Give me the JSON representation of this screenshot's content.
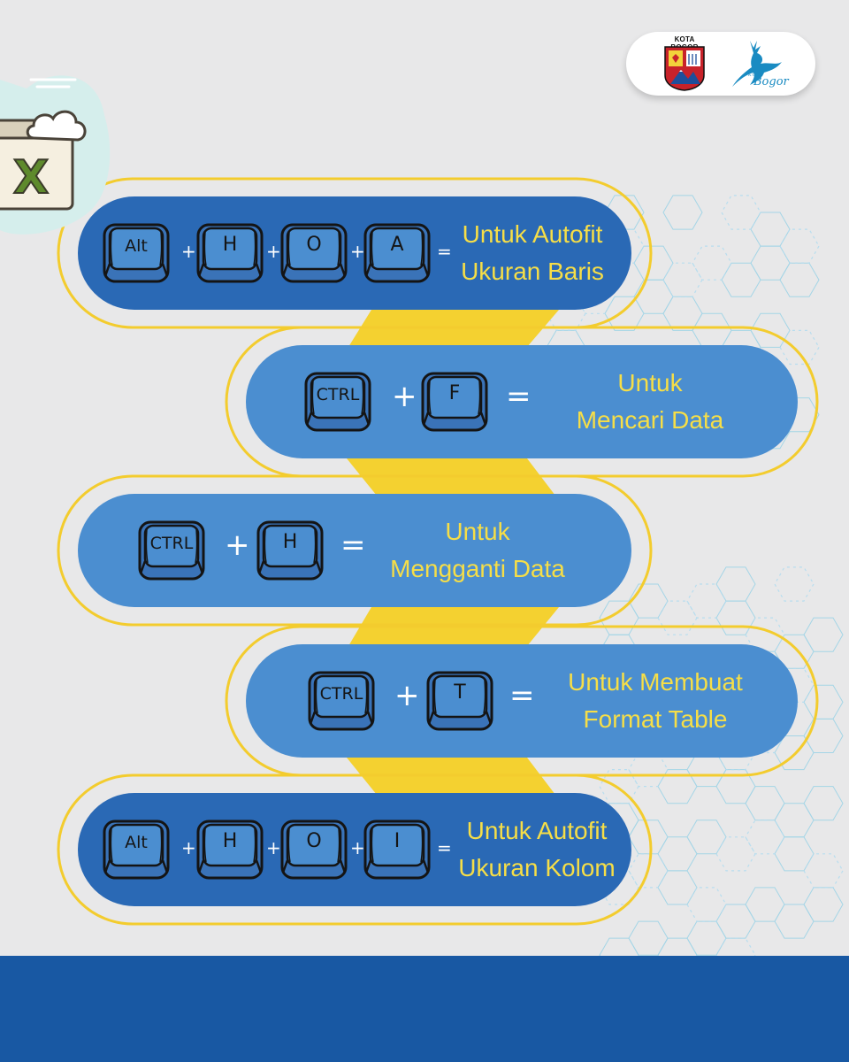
{
  "logo": {
    "crest_text": "KOTA BOGOR",
    "deer_kota": "KOTA",
    "deer_word": "Bogor"
  },
  "badge": {
    "letter": "X",
    "icon": "excel-icon"
  },
  "colors": {
    "background": "#e8e8e9",
    "pill_dark": "#2a69b5",
    "pill_light": "#4b8ed0",
    "text_yellow": "#f6de47",
    "outline_yellow": "#f3cc2e",
    "footer": "#1858a3"
  },
  "shortcuts": [
    {
      "keys": [
        "Alt",
        "H",
        "O",
        "A"
      ],
      "plus": "+",
      "equals": "=",
      "description": [
        "Untuk Autofit",
        "Ukuran Baris"
      ]
    },
    {
      "keys": [
        "CTRL",
        "F"
      ],
      "plus": "+",
      "equals": "=",
      "description": [
        "Untuk",
        "Mencari Data"
      ]
    },
    {
      "keys": [
        "CTRL",
        "H"
      ],
      "plus": "+",
      "equals": "=",
      "description": [
        "Untuk",
        "Mengganti Data"
      ]
    },
    {
      "keys": [
        "CTRL",
        "T"
      ],
      "plus": "+",
      "equals": "=",
      "description": [
        "Untuk Membuat",
        "Format Table"
      ]
    },
    {
      "keys": [
        "Alt",
        "H",
        "O",
        "I"
      ],
      "plus": "+",
      "equals": "=",
      "description": [
        "Untuk Autofit",
        "Ukuran Kolom"
      ]
    }
  ]
}
